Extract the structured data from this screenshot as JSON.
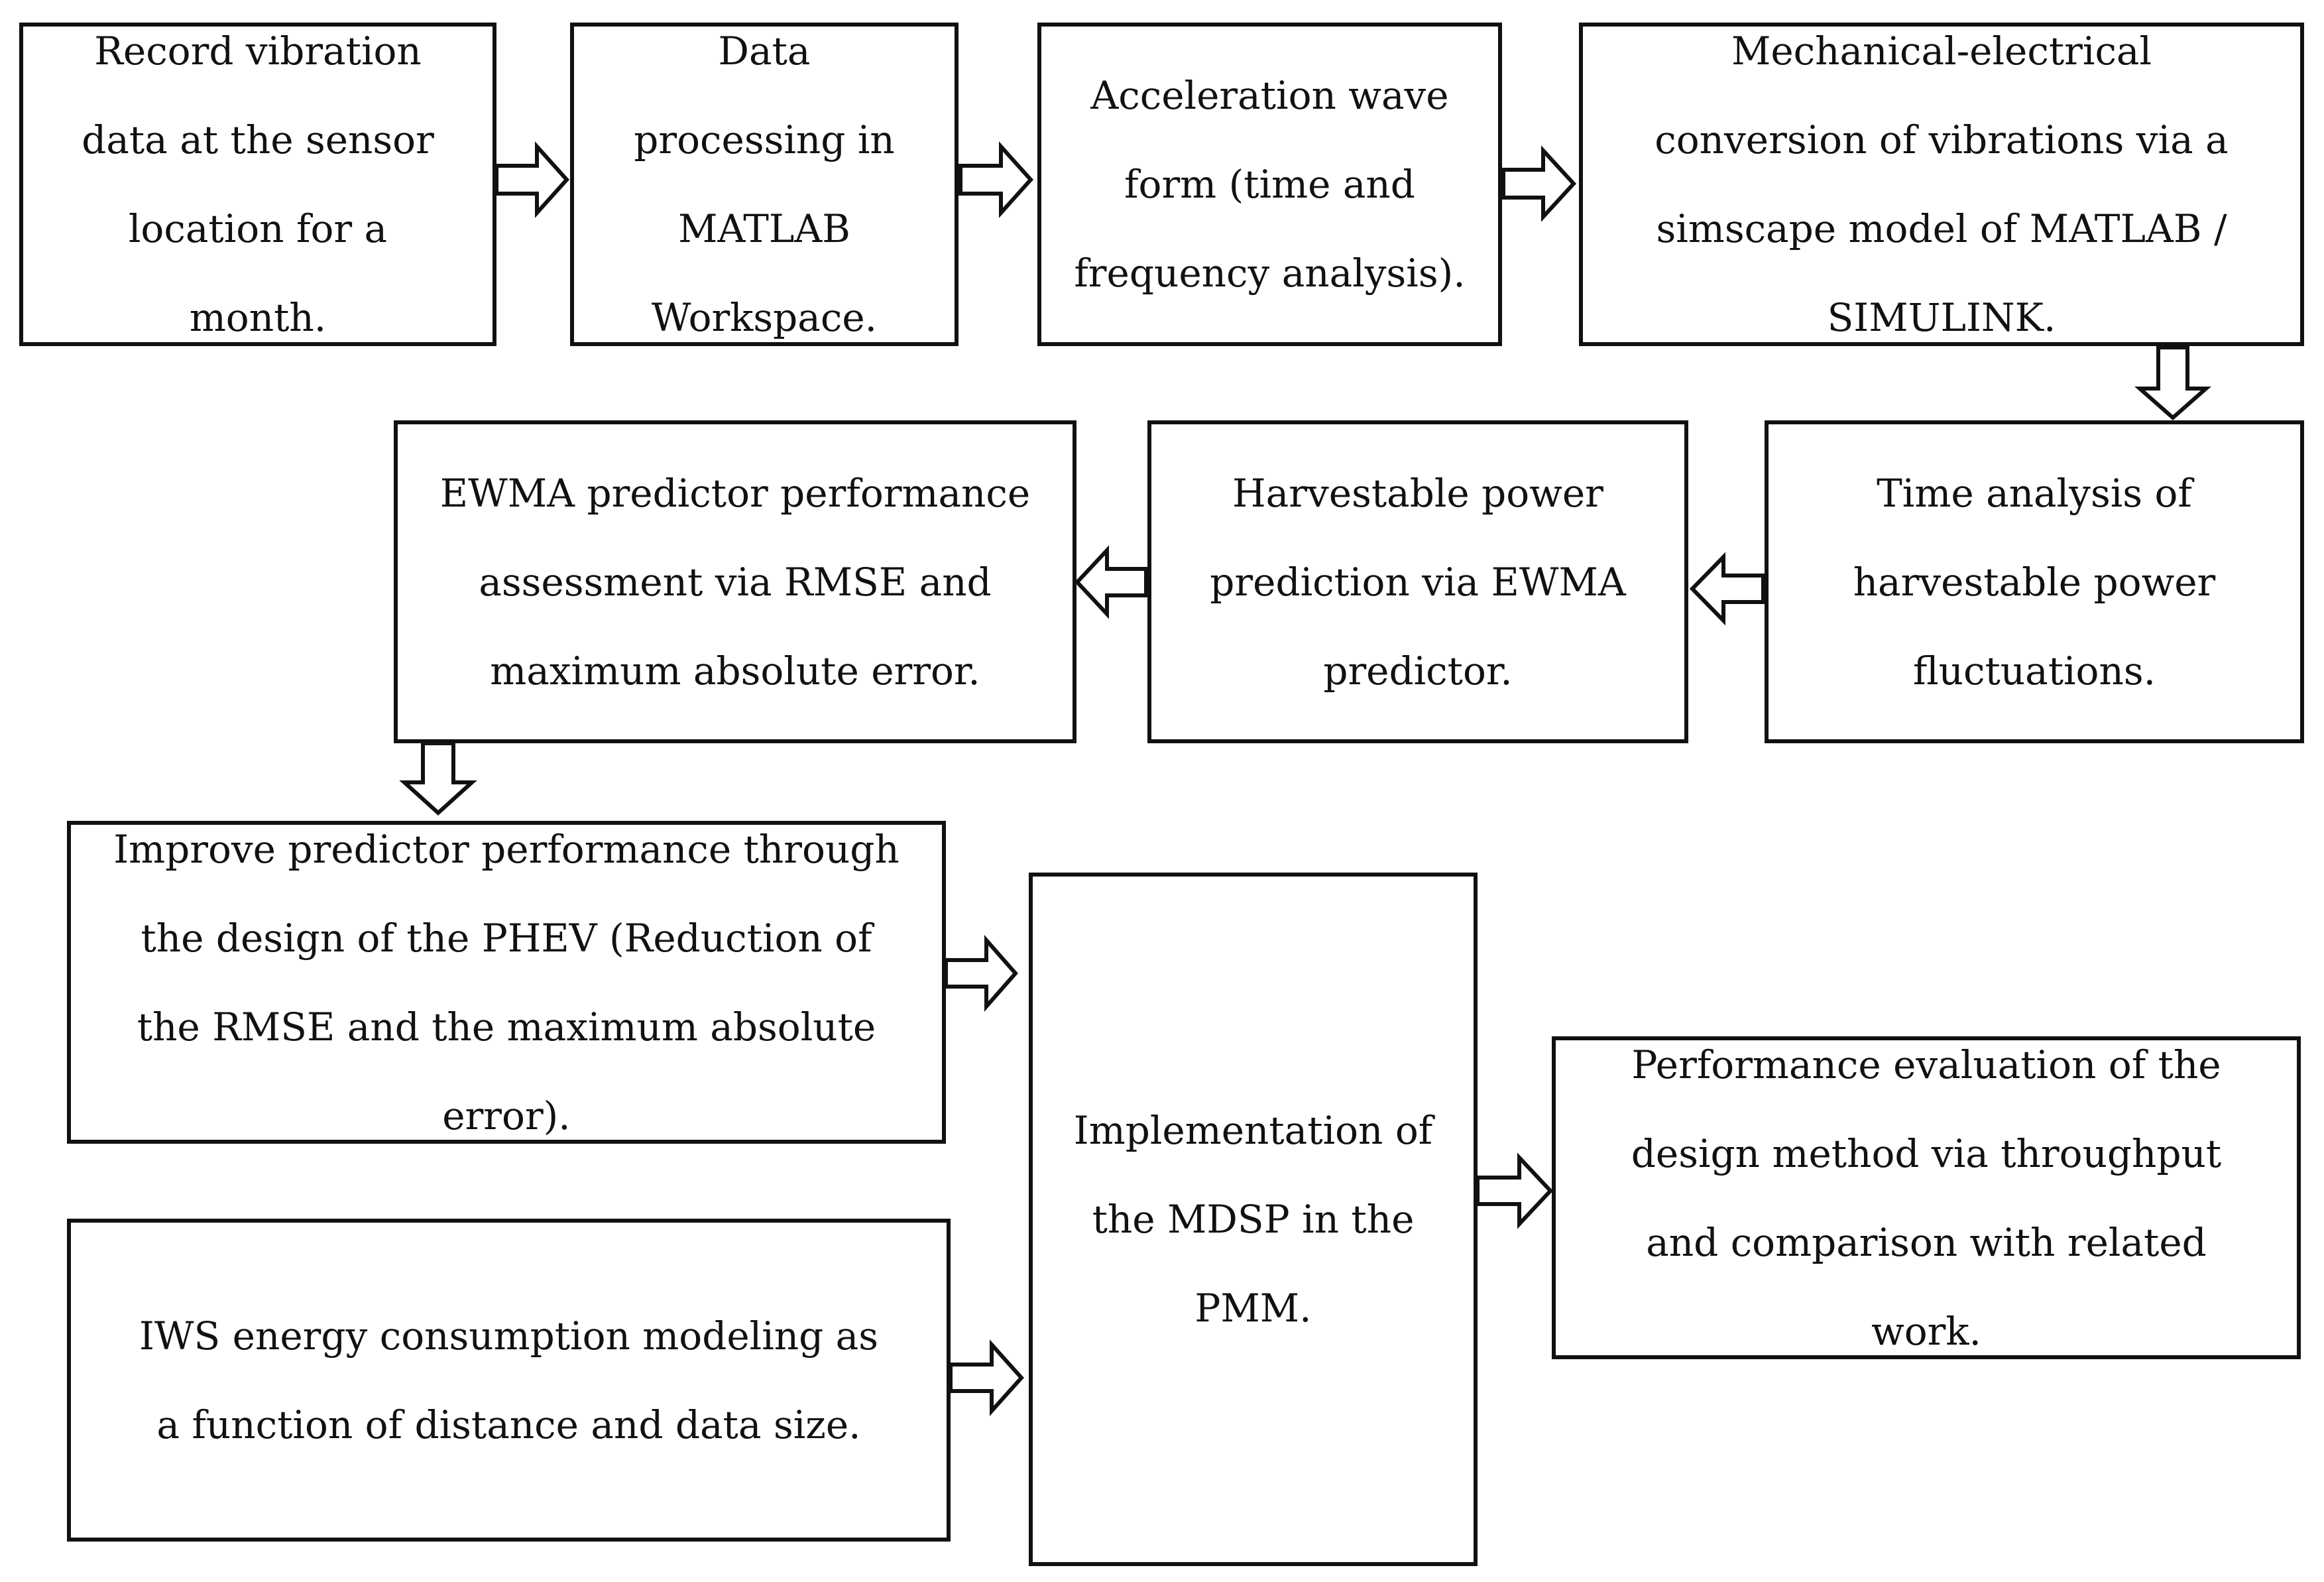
{
  "nodes": {
    "record": "Record vibration data at the sensor location for a month.",
    "processing": "Data processing in MATLAB Workspace.",
    "acceleration": "Acceleration wave form (time and frequency analysis).",
    "conversion": "Mechanical-electrical conversion of vibrations via a simscape model of MATLAB / SIMULINK.",
    "time_analysis": "Time analysis of harvestable power fluctuations.",
    "prediction": "Harvestable power prediction via EWMA predictor.",
    "assessment": "EWMA predictor performance assessment via RMSE and maximum absolute error.",
    "improve": "Improve predictor performance through the design of the PHEV (Reduction of the RMSE and the maximum absolute error).",
    "iws": "IWS energy consumption modeling as a function of distance and data size.",
    "implementation": "Implementation of the MDSP in the PMM.",
    "evaluation": "Performance evaluation of the design method via throughput and comparison with related work."
  },
  "colors": {
    "stroke": "#111111",
    "fill": "#ffffff"
  }
}
